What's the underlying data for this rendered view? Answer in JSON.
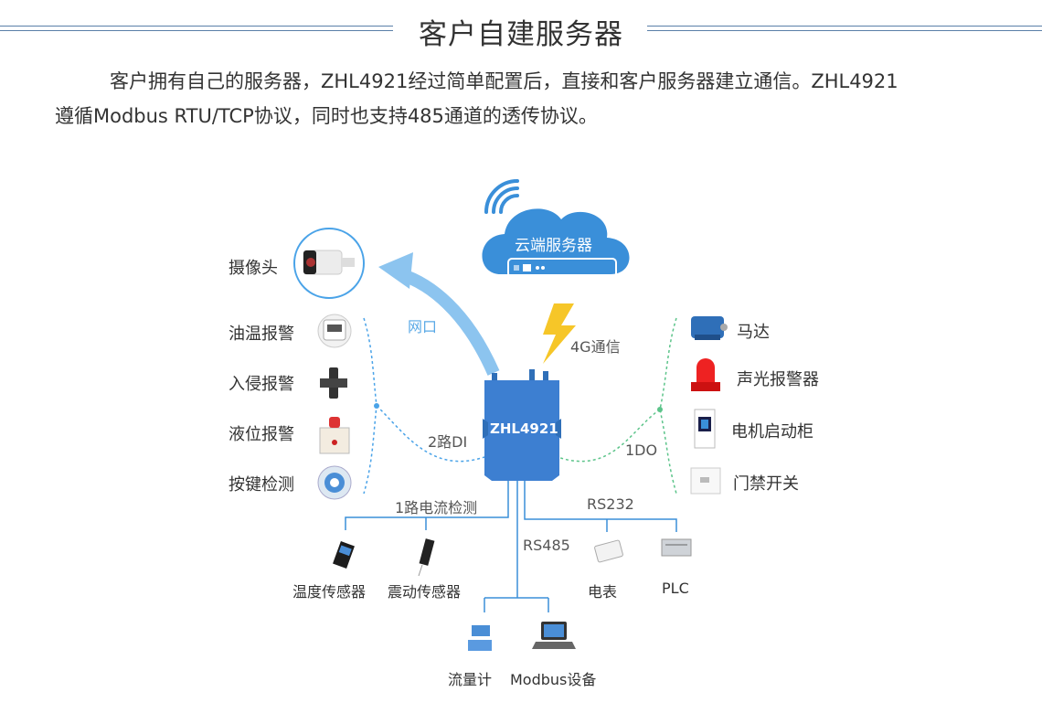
{
  "title": "客户自建服务器",
  "paragraph": {
    "line1": "客户拥有自己的服务器，ZHL4921经过简单配置后，直接和客户服务器建立通信。ZHL4921",
    "line2": "遵循Modbus RTU/TCP协议，同时也支持485通道的透传协议。"
  },
  "cloud": {
    "label": "云端服务器"
  },
  "device": {
    "label": "ZHL4921"
  },
  "links": {
    "network_port": "网口",
    "comm_4g": "4G通信",
    "di": "2路DI",
    "do": "1DO",
    "current": "1路电流检测",
    "rs232": "RS232",
    "rs485": "RS485"
  },
  "left_devices": {
    "camera": "摄像头",
    "oil_temp": "油温报警",
    "intrusion": "入侵报警",
    "liquid": "液位报警",
    "button": "按键检测"
  },
  "right_devices": {
    "motor": "马达",
    "siren": "声光报警器",
    "cabinet": "电机启动柜",
    "door": "门禁开关"
  },
  "bottom_devices": {
    "temp_sensor": "温度传感器",
    "vib_sensor": "震动传感器",
    "meter": "电表",
    "plc": "PLC",
    "flowmeter": "流量计",
    "modbus": "Modbus设备"
  },
  "colors": {
    "accent": "#3a8fd9",
    "device_blue": "#3d7fd1",
    "lightning": "#f6c628",
    "green_dot": "#5cc48a"
  }
}
